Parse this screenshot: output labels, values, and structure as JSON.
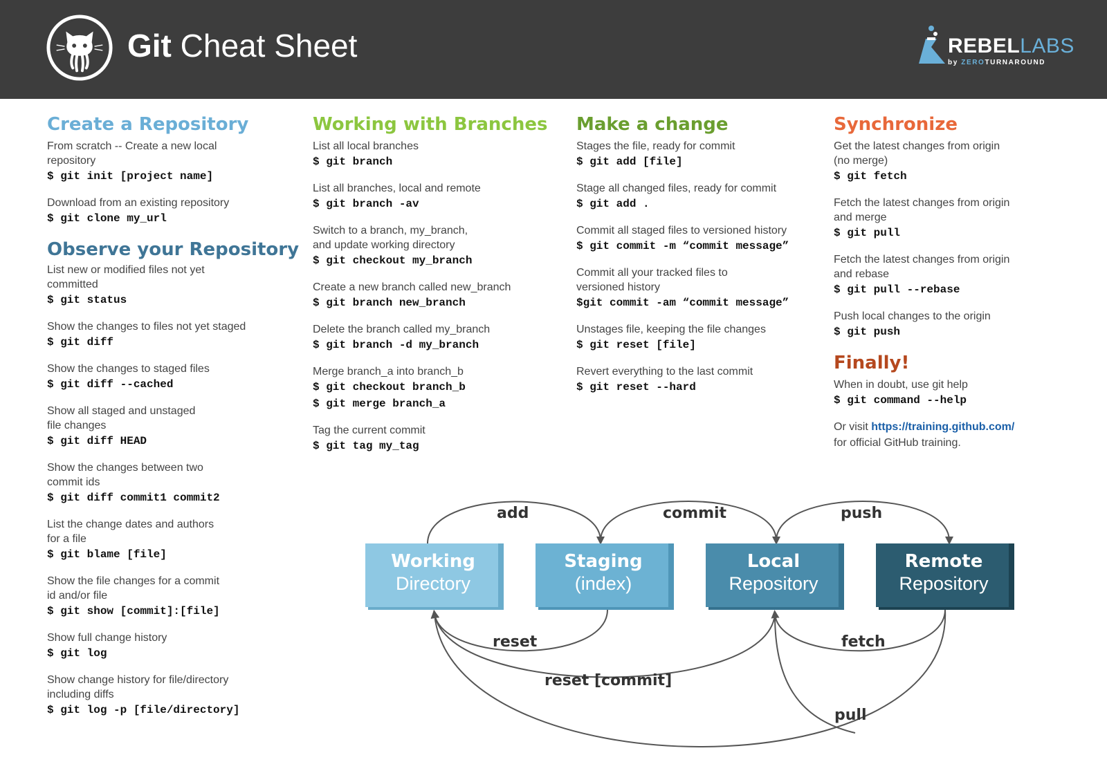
{
  "header": {
    "title_bold": "Git",
    "title_rest": " Cheat Sheet",
    "logo_name_1": "REBEL",
    "logo_name_2": "LABS",
    "logo_by": "by ",
    "logo_zero": "ZERO",
    "logo_turnaround": "TURNAROUND"
  },
  "colors": {
    "header_bg": "#3d3d3d",
    "create": "#6aaed6",
    "observe": "#3f7596",
    "branches": "#8cc63f",
    "change": "#6a9e2f",
    "sync": "#e8683a",
    "finally": "#b5481e",
    "box_working": "#8ec8e3",
    "box_staging": "#6cb2d3",
    "box_local": "#4a8cab",
    "box_remote": "#2c5c70"
  },
  "sections": {
    "create": {
      "title": "Create a Repository",
      "items": [
        {
          "desc": "From scratch -- Create a new local\nrepository",
          "cmds": [
            "$ git init [project name]"
          ]
        },
        {
          "desc": "Download from an existing repository",
          "cmds": [
            "$ git clone my_url"
          ]
        }
      ]
    },
    "observe": {
      "title": "Observe your Repository",
      "items": [
        {
          "desc": "List new or modified files not yet\ncommitted",
          "cmds": [
            "$ git status"
          ]
        },
        {
          "desc": "Show the changes to files not yet staged",
          "cmds": [
            "$ git diff"
          ]
        },
        {
          "desc": "Show the changes to staged files",
          "cmds": [
            "$ git diff --cached"
          ]
        },
        {
          "desc": "Show all staged and unstaged\nfile changes",
          "cmds": [
            "$ git diff HEAD"
          ]
        },
        {
          "desc": "Show the changes between two\ncommit ids",
          "cmds": [
            "$ git diff commit1 commit2"
          ]
        },
        {
          "desc": "List the change dates and authors\nfor a file",
          "cmds": [
            "$ git blame [file]"
          ]
        },
        {
          "desc": "Show the file changes for a commit\nid and/or file",
          "cmds": [
            "$ git show [commit]:[file]"
          ]
        },
        {
          "desc": "Show full change history",
          "cmds": [
            "$ git log"
          ]
        },
        {
          "desc": "Show change history for file/directory\nincluding diffs",
          "cmds": [
            "$ git log -p [file/directory]"
          ]
        }
      ]
    },
    "branches": {
      "title": "Working with Branches",
      "items": [
        {
          "desc": "List all local branches",
          "cmds": [
            "$ git branch"
          ]
        },
        {
          "desc": "List all branches, local and remote",
          "cmds": [
            "$ git branch -av"
          ]
        },
        {
          "desc": "Switch to a branch, my_branch,\nand update working directory",
          "cmds": [
            "$ git checkout my_branch"
          ]
        },
        {
          "desc": "Create a new branch called new_branch",
          "cmds": [
            "$ git branch new_branch"
          ]
        },
        {
          "desc": "Delete the branch called my_branch",
          "cmds": [
            "$ git branch -d my_branch"
          ]
        },
        {
          "desc": "Merge branch_a into branch_b",
          "cmds": [
            "$ git checkout branch_b",
            "$ git merge branch_a"
          ]
        },
        {
          "desc": "Tag the current commit",
          "cmds": [
            "$ git tag my_tag"
          ]
        }
      ]
    },
    "change": {
      "title": "Make a change",
      "items": [
        {
          "desc": "Stages the file, ready for commit",
          "cmds": [
            "$ git add [file]"
          ]
        },
        {
          "desc": "Stage all changed files, ready for commit",
          "cmds": [
            "$ git add ."
          ]
        },
        {
          "desc": "Commit all staged files to versioned history",
          "cmds": [
            "$ git commit -m “commit message”"
          ]
        },
        {
          "desc": "Commit all your tracked files to\nversioned history",
          "cmds": [
            "$git commit -am “commit message”"
          ]
        },
        {
          "desc": "Unstages file, keeping the file changes",
          "cmds": [
            "$ git reset [file]"
          ]
        },
        {
          "desc": "Revert everything to the last commit",
          "cmds": [
            "$ git reset --hard"
          ]
        }
      ]
    },
    "sync": {
      "title": "Synchronize",
      "items": [
        {
          "desc": "Get the latest changes from origin\n(no merge)",
          "cmds": [
            "$ git fetch"
          ]
        },
        {
          "desc": "Fetch the latest changes from origin\nand merge",
          "cmds": [
            "$ git pull"
          ]
        },
        {
          "desc": "Fetch the latest changes from origin\nand rebase",
          "cmds": [
            "$ git pull --rebase"
          ]
        },
        {
          "desc": "Push local changes to the origin",
          "cmds": [
            "$ git push"
          ]
        }
      ]
    },
    "finally": {
      "title": "Finally!",
      "help_desc": "When in doubt, use git help",
      "help_cmd": "$ git command --help",
      "visit_pre": "Or visit ",
      "visit_link": "https://training.github.com/",
      "visit_post": "for official GitHub training."
    }
  },
  "diagram": {
    "boxes": [
      {
        "line1": "Working",
        "line2": "Directory"
      },
      {
        "line1": "Staging",
        "line2": "(index)"
      },
      {
        "line1": "Local",
        "line2": "Repository"
      },
      {
        "line1": "Remote",
        "line2": "Repository"
      }
    ],
    "labels": {
      "add": "add",
      "commit": "commit",
      "push": "push",
      "reset": "reset",
      "fetch": "fetch",
      "reset_commit": "reset [commit]",
      "pull": "pull"
    }
  }
}
